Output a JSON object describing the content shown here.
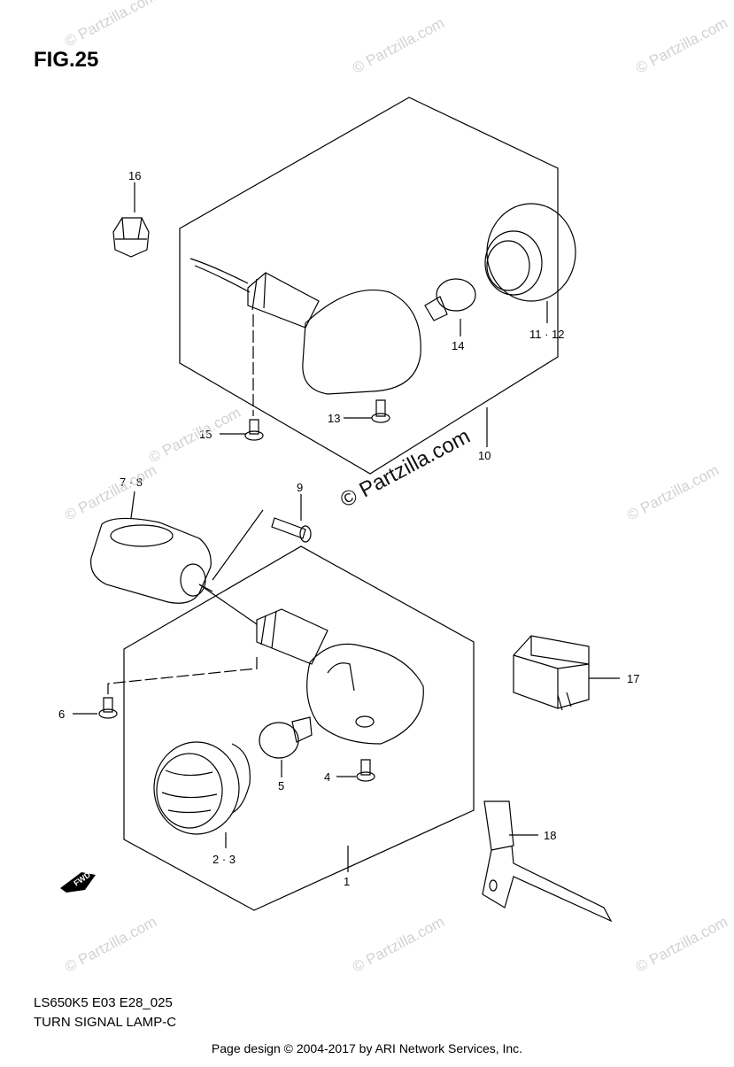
{
  "figure_title": "FIG.25",
  "model_code": "LS650K5 E03 E28_025",
  "figure_name": "TURN SIGNAL LAMP-C",
  "footer": "Page design © 2004-2017 by ARI Network Services, Inc.",
  "center_watermark": "© Partzilla.com",
  "bg_watermark": "© Partzilla.com",
  "fwd_label": "FWD",
  "callouts": {
    "c1": "1",
    "c23": "2 · 3",
    "c4": "4",
    "c5": "5",
    "c6": "6",
    "c78": "7 · 8",
    "c9": "9",
    "c10": "10",
    "c1112": "11 · 12",
    "c13": "13",
    "c14": "14",
    "c15": "15",
    "c16": "16",
    "c17": "17",
    "c18": "18"
  }
}
